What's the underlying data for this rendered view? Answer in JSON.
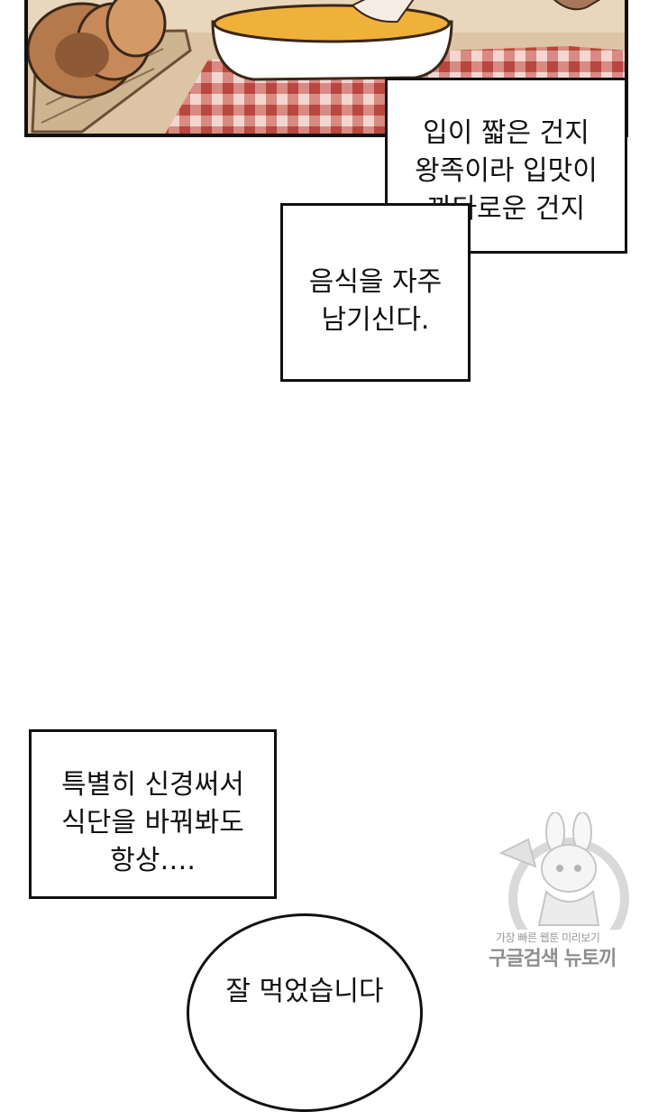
{
  "captions": {
    "box1": [
      "입이 짧은 건지",
      "왕족이라 입맛이",
      "까다로운 건지"
    ],
    "box2": [
      "음식을 자주",
      "남기신다."
    ],
    "box3": [
      "특별히 신경써서",
      "식단을 바꿔봐도",
      "항상…."
    ]
  },
  "speech_bubble": [
    "잘 먹었습니다"
  ],
  "watermark": {
    "line1": "가장 빠른 웹툰 미리보기",
    "line2": "구글검색 뉴토끼"
  },
  "colors": {
    "border": "#111111",
    "tablecloth_red": "#c7594f",
    "soup": "#f0b13a"
  }
}
